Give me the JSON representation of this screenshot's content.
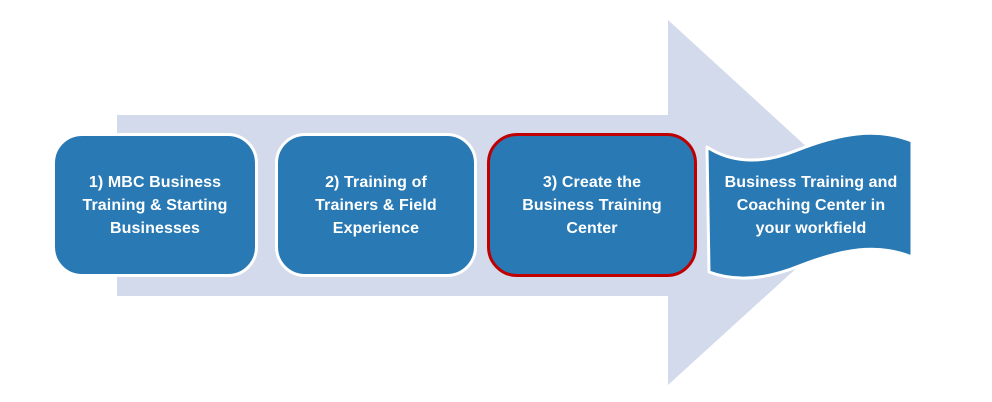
{
  "colors": {
    "background": "#FFFFFF",
    "arrow_fill": "#D2DAEB",
    "box_fill": "#2979B4",
    "box_border": "#FFFFFF",
    "highlight_border": "#C00000",
    "text_color": "#FFFFFF"
  },
  "steps": [
    {
      "name": "step-1",
      "highlighted": false,
      "lines": [
        "1) MBC Business",
        "Training & Starting",
        "Businesses"
      ]
    },
    {
      "name": "step-2",
      "highlighted": false,
      "lines": [
        "2) Training of",
        "Trainers & Field",
        "Experience"
      ]
    },
    {
      "name": "step-3",
      "highlighted": true,
      "lines": [
        "3) Create the",
        "Business Training",
        "Center"
      ]
    },
    {
      "name": "outcome",
      "highlighted": false,
      "lines": [
        "Business Training and",
        "Coaching Center in",
        "your workfield"
      ]
    }
  ]
}
